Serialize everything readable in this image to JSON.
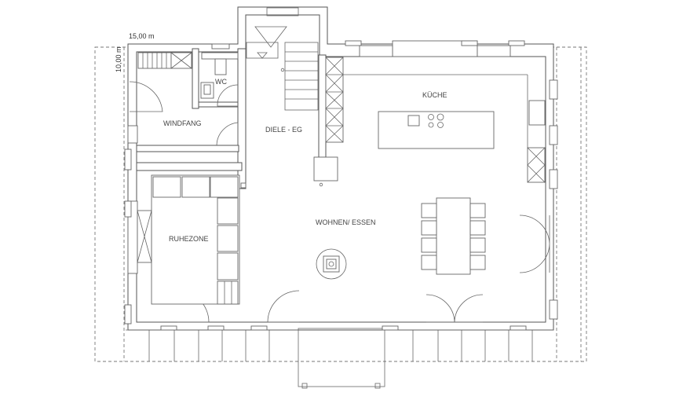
{
  "plan": {
    "dimensions": {
      "width": "15,00 m",
      "depth": "10,00 m"
    },
    "rooms": {
      "wc": "WC",
      "kueche": "KÜCHE",
      "windfang": "WINDFANG",
      "diele": "DIELE - EG",
      "wohnen": "WOHNEN/ ESSEN",
      "ruhezone": "RUHEZONE"
    }
  }
}
